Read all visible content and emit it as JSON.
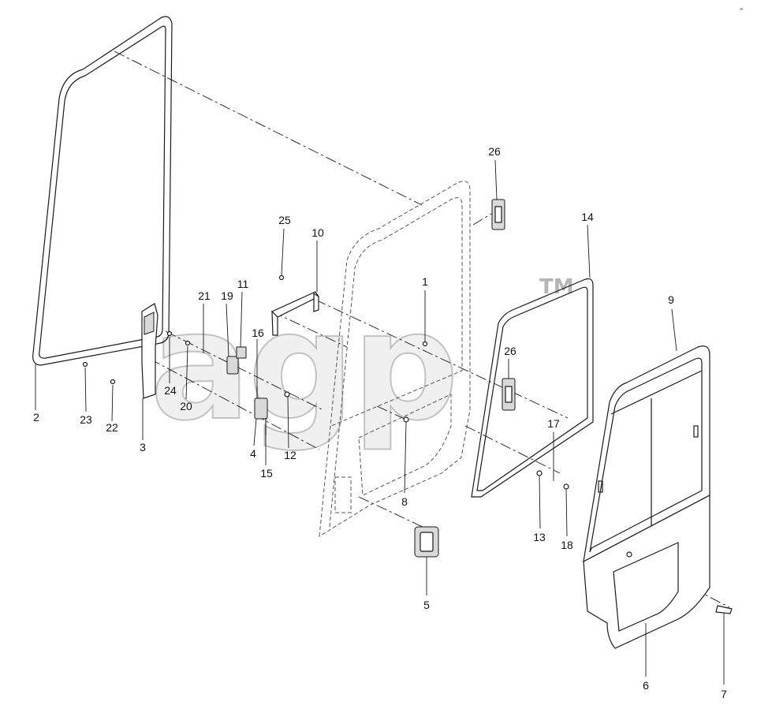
{
  "watermark": {
    "text": "agp",
    "trademark": "TM"
  },
  "corner_mark": "⌖",
  "callouts": [
    {
      "id": "c1",
      "label": "1"
    },
    {
      "id": "c2",
      "label": "2"
    },
    {
      "id": "c3",
      "label": "3"
    },
    {
      "id": "c4",
      "label": "4"
    },
    {
      "id": "c5",
      "label": "5"
    },
    {
      "id": "c6",
      "label": "6"
    },
    {
      "id": "c7",
      "label": "7"
    },
    {
      "id": "c8",
      "label": "8"
    },
    {
      "id": "c9",
      "label": "9"
    },
    {
      "id": "c10",
      "label": "10"
    },
    {
      "id": "c11",
      "label": "11"
    },
    {
      "id": "c12",
      "label": "12"
    },
    {
      "id": "c13",
      "label": "13"
    },
    {
      "id": "c14",
      "label": "14"
    },
    {
      "id": "c15",
      "label": "15"
    },
    {
      "id": "c16",
      "label": "16"
    },
    {
      "id": "c17",
      "label": "17"
    },
    {
      "id": "c18",
      "label": "18"
    },
    {
      "id": "c19",
      "label": "19"
    },
    {
      "id": "c20",
      "label": "20"
    },
    {
      "id": "c21",
      "label": "21"
    },
    {
      "id": "c22",
      "label": "22"
    },
    {
      "id": "c23",
      "label": "23"
    },
    {
      "id": "c24",
      "label": "24"
    },
    {
      "id": "c25",
      "label": "25"
    },
    {
      "id": "c26a",
      "label": "26"
    },
    {
      "id": "c26b",
      "label": "26"
    }
  ]
}
